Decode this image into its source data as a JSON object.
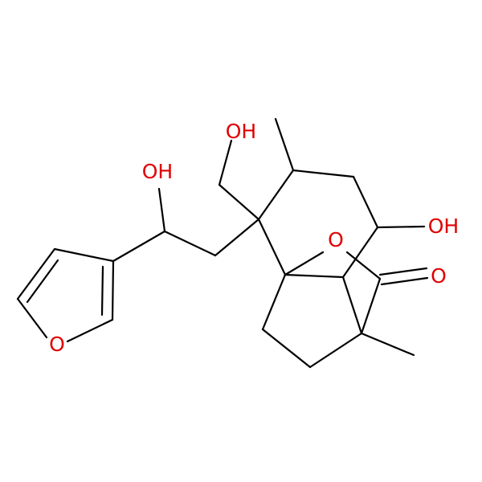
{
  "colors": {
    "background": "#ffffff",
    "bond": "#000000",
    "oxygen": "#e00000"
  },
  "atoms": {
    "oh_top": "OH",
    "oh_left": "OH",
    "oh_right": "OH",
    "o_furan": "O",
    "o_bridge": "O",
    "o_carbonyl": "O"
  }
}
